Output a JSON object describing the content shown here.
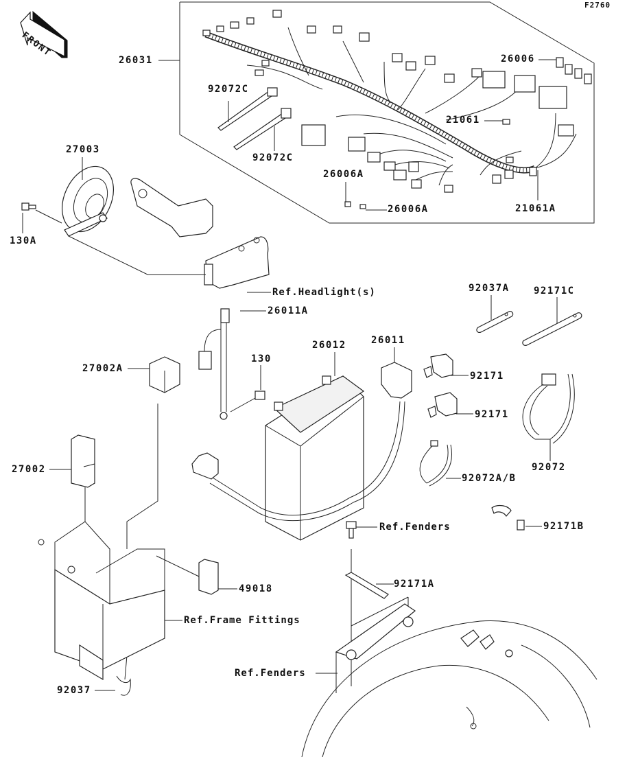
{
  "figure_id": "F2760",
  "orientation_marker": {
    "text": "FRONT",
    "icon": "front-arrow-icon"
  },
  "part_labels": [
    {
      "id": "p26031",
      "text": "26031"
    },
    {
      "id": "p26006",
      "text": "26006"
    },
    {
      "id": "p92072C_1",
      "text": "92072C"
    },
    {
      "id": "p92072C_2",
      "text": "92072C"
    },
    {
      "id": "p21061",
      "text": "21061"
    },
    {
      "id": "p26006A_1",
      "text": "26006A"
    },
    {
      "id": "p26006A_2",
      "text": "26006A"
    },
    {
      "id": "p21061A",
      "text": "21061A"
    },
    {
      "id": "p27003",
      "text": "27003"
    },
    {
      "id": "p130A",
      "text": "130A"
    },
    {
      "id": "p26011A",
      "text": "26011A"
    },
    {
      "id": "p92037A",
      "text": "92037A"
    },
    {
      "id": "p92171C",
      "text": "92171C"
    },
    {
      "id": "p27002A",
      "text": "27002A"
    },
    {
      "id": "p130",
      "text": "130"
    },
    {
      "id": "p26012",
      "text": "26012"
    },
    {
      "id": "p26011",
      "text": "26011"
    },
    {
      "id": "p92171_1",
      "text": "92171"
    },
    {
      "id": "p92171_2",
      "text": "92171"
    },
    {
      "id": "p27002",
      "text": "27002"
    },
    {
      "id": "p92072AB",
      "text": "92072A/B"
    },
    {
      "id": "p92072",
      "text": "92072"
    },
    {
      "id": "p92171B",
      "text": "92171B"
    },
    {
      "id": "p49018",
      "text": "49018"
    },
    {
      "id": "p92171A",
      "text": "92171A"
    },
    {
      "id": "p92037",
      "text": "92037"
    }
  ],
  "reference_labels": [
    {
      "id": "ref_headlight",
      "text": "Ref.Headlight(s)"
    },
    {
      "id": "ref_fenders_1",
      "text": "Ref.Fenders"
    },
    {
      "id": "ref_frame",
      "text": "Ref.Frame Fittings"
    },
    {
      "id": "ref_fenders_2",
      "text": "Ref.Fenders"
    }
  ]
}
